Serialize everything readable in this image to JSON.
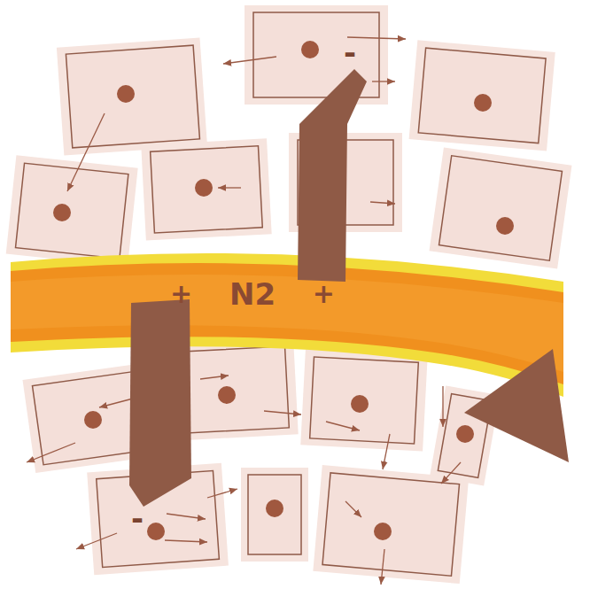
{
  "diagram": {
    "nodes": [
      {
        "text": [
          "+",
          "N2",
          "+"
        ]
      }
    ],
    "labels": [
      "-",
      "-"
    ]
  }
}
